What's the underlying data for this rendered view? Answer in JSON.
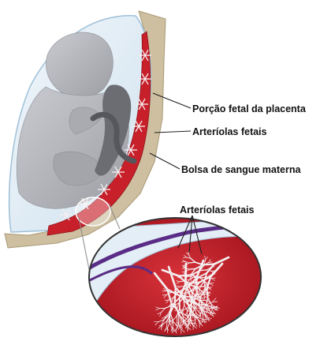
{
  "labels": {
    "placenta_fetal": "Porção fetal da placenta",
    "arterioles_top": "Arteríolas fetais",
    "maternal_blood_pool": "Bolsa de sangue materna",
    "arterioles_zoom": "Arteríolas fetais"
  },
  "colors": {
    "uterine_wall": "#cdbf9f",
    "maternal_blood": "#c8202a",
    "fetus": "#b3b5bb",
    "placenta_shadow": "#6b6d73",
    "amniotic_fluid": "#e3eef6",
    "arteriole_vessel": "#f4eef0",
    "fetal_artery": "#5a2c86",
    "leader_line": "#222222"
  }
}
